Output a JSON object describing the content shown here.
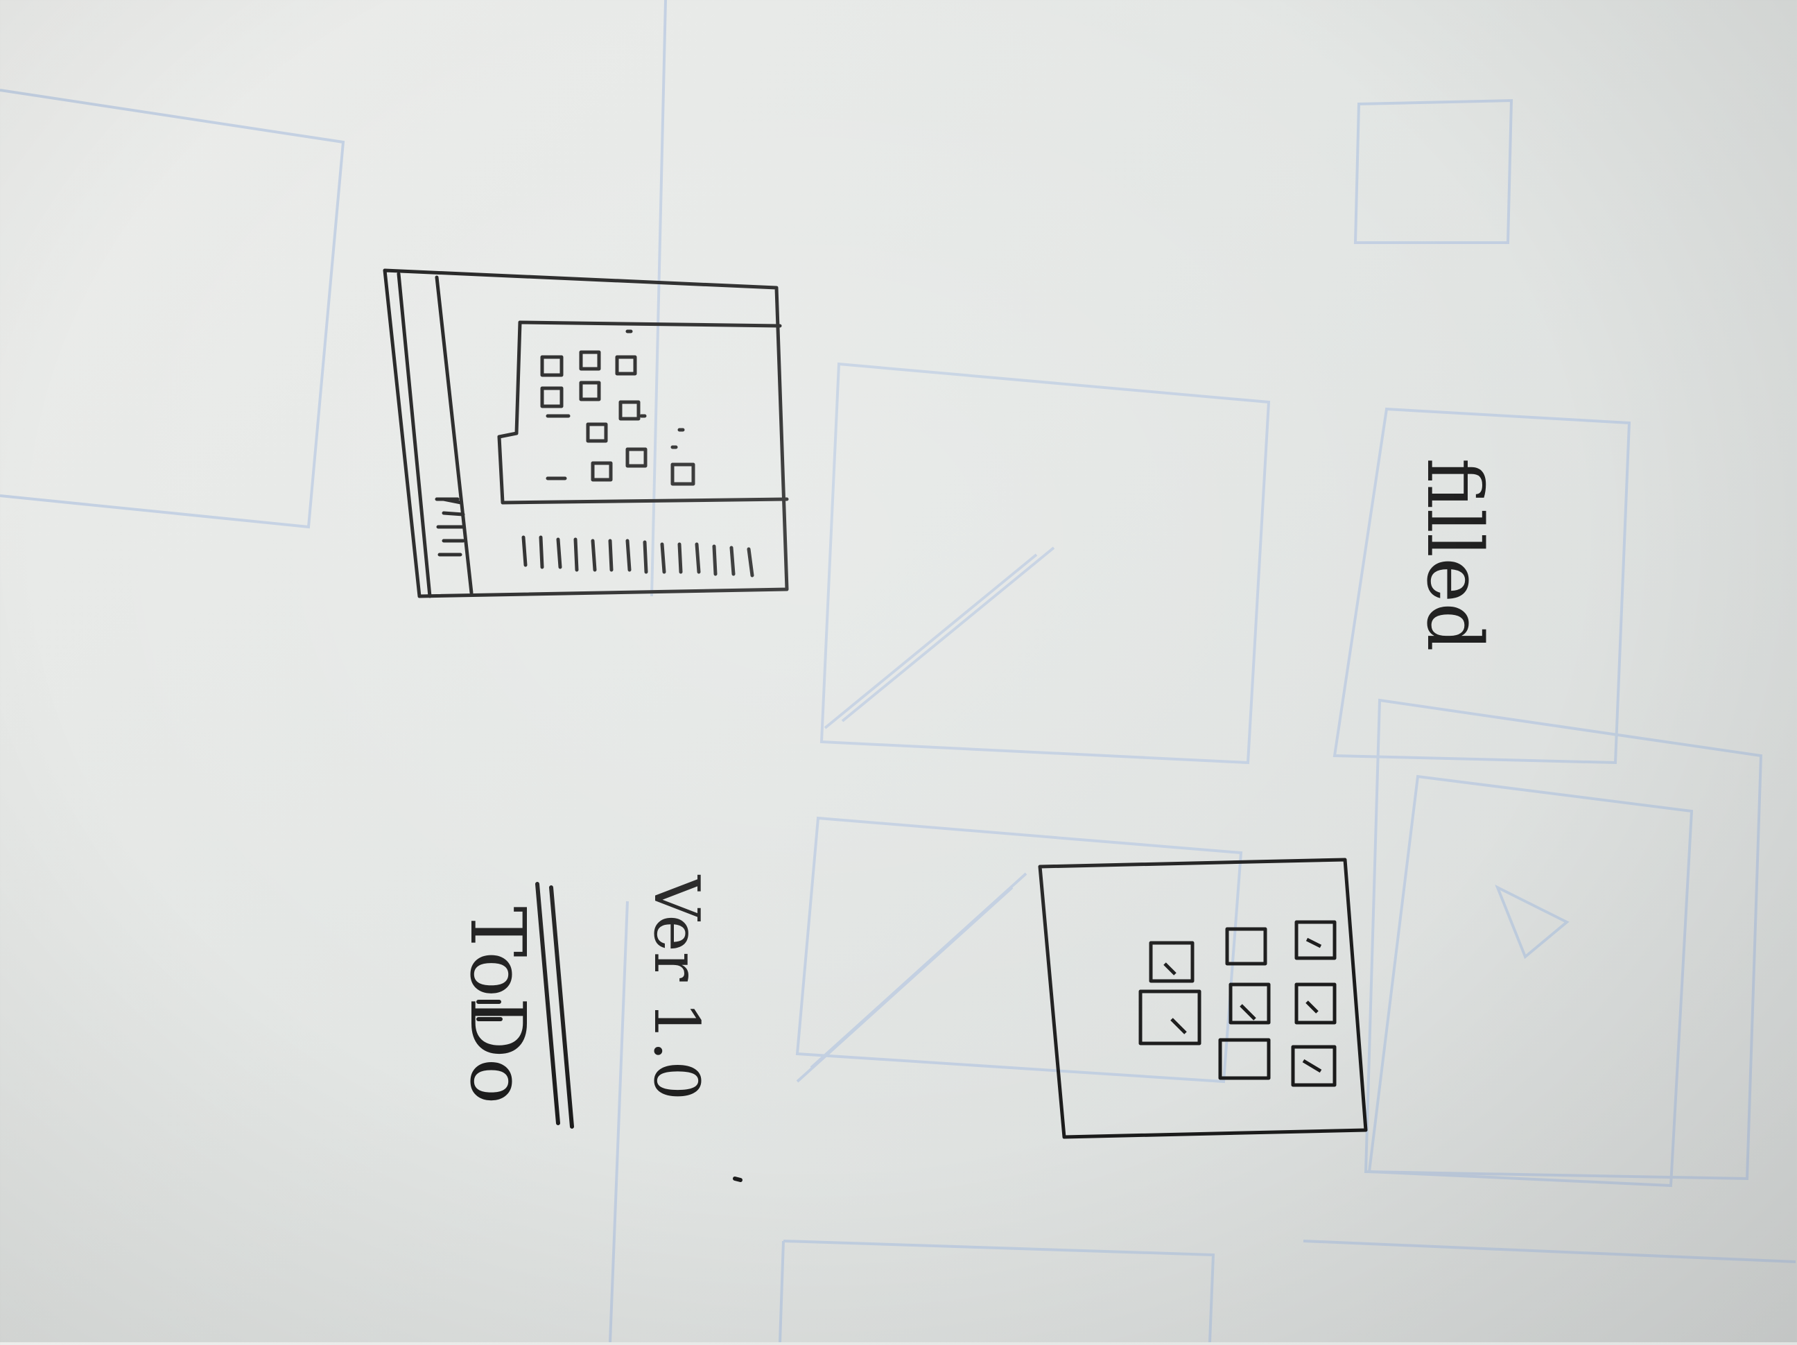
{
  "photo": {
    "subject": "rotated hand-drawn UI sketches on white paper",
    "paper_color": "#e6e8e6",
    "ink_color": "#1b1b1b",
    "ghost_line_color": "#bccbe0"
  },
  "sketches": {
    "todo_note": {
      "label": "ToDo",
      "item": "Ver 1.0"
    },
    "filled_label": "filled"
  }
}
